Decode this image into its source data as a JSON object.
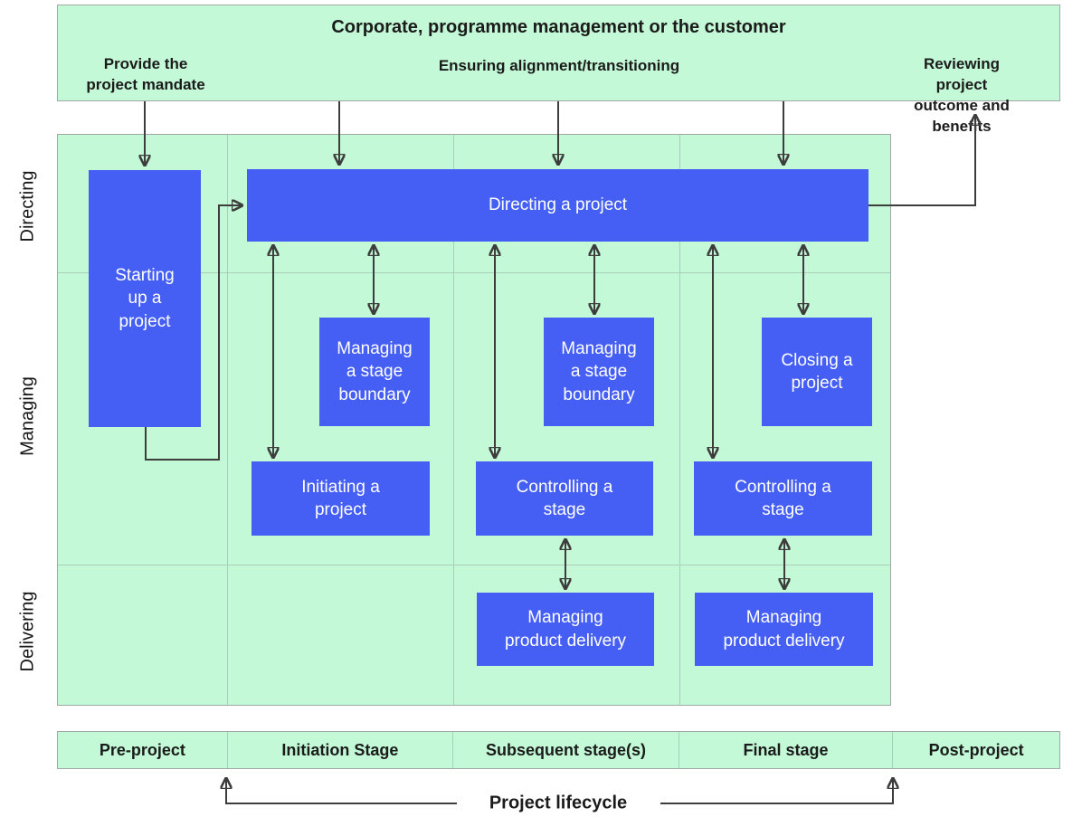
{
  "banner": {
    "title": "Corporate, programme management or the customer",
    "provide_mandate": "Provide the\nproject mandate",
    "ensuring": "Ensuring alignment/transitioning",
    "reviewing": "Reviewing project\noutcome and benefits"
  },
  "rows": [
    {
      "label": "Directing"
    },
    {
      "label": "Managing"
    },
    {
      "label": "Delivering"
    }
  ],
  "processes": {
    "starting_up": "Starting\nup a\nproject",
    "directing": "Directing a project",
    "managing_stage_boundary_1": "Managing\na stage\nboundary",
    "managing_stage_boundary_2": "Managing\na stage\nboundary",
    "closing": "Closing a\nproject",
    "initiating": "Initiating a\nproject",
    "controlling_stage_1": "Controlling a\nstage",
    "controlling_stage_2": "Controlling a\nstage",
    "managing_product_delivery_1": "Managing\nproduct delivery",
    "managing_product_delivery_2": "Managing\nproduct delivery"
  },
  "stages": [
    "Pre-project",
    "Initiation Stage",
    "Subsequent stage(s)",
    "Final stage",
    "Post-project"
  ],
  "lifecycle_label": "Project lifecycle",
  "colors": {
    "process_blue": "#455ff5",
    "panel_green": "#c3f9d6",
    "arrow": "#3d3d3d",
    "border_gray": "#a2a9a4",
    "grid_line": "#a9cfba",
    "box_text": "#ffffff",
    "text_dark": "#1b1b1b"
  }
}
